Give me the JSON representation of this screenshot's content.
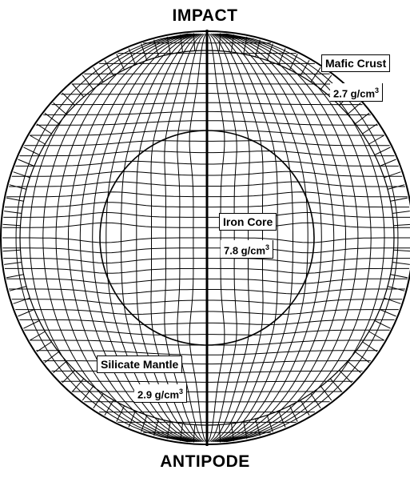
{
  "labels": {
    "top": "IMPACT",
    "bottom": "ANTIPODE"
  },
  "regions": {
    "crust": {
      "name": "Mafic Crust",
      "density_value": "2.7 g/cm",
      "density_exp": "3"
    },
    "core": {
      "name": "Iron Core",
      "density_value": "7.8 g/cm",
      "density_exp": "3"
    },
    "mantle": {
      "name": "Silicate Mantle",
      "density_value": "2.9 g/cm",
      "density_exp": "3"
    }
  },
  "colors": {
    "ink": "#000000",
    "background": "#ffffff"
  }
}
